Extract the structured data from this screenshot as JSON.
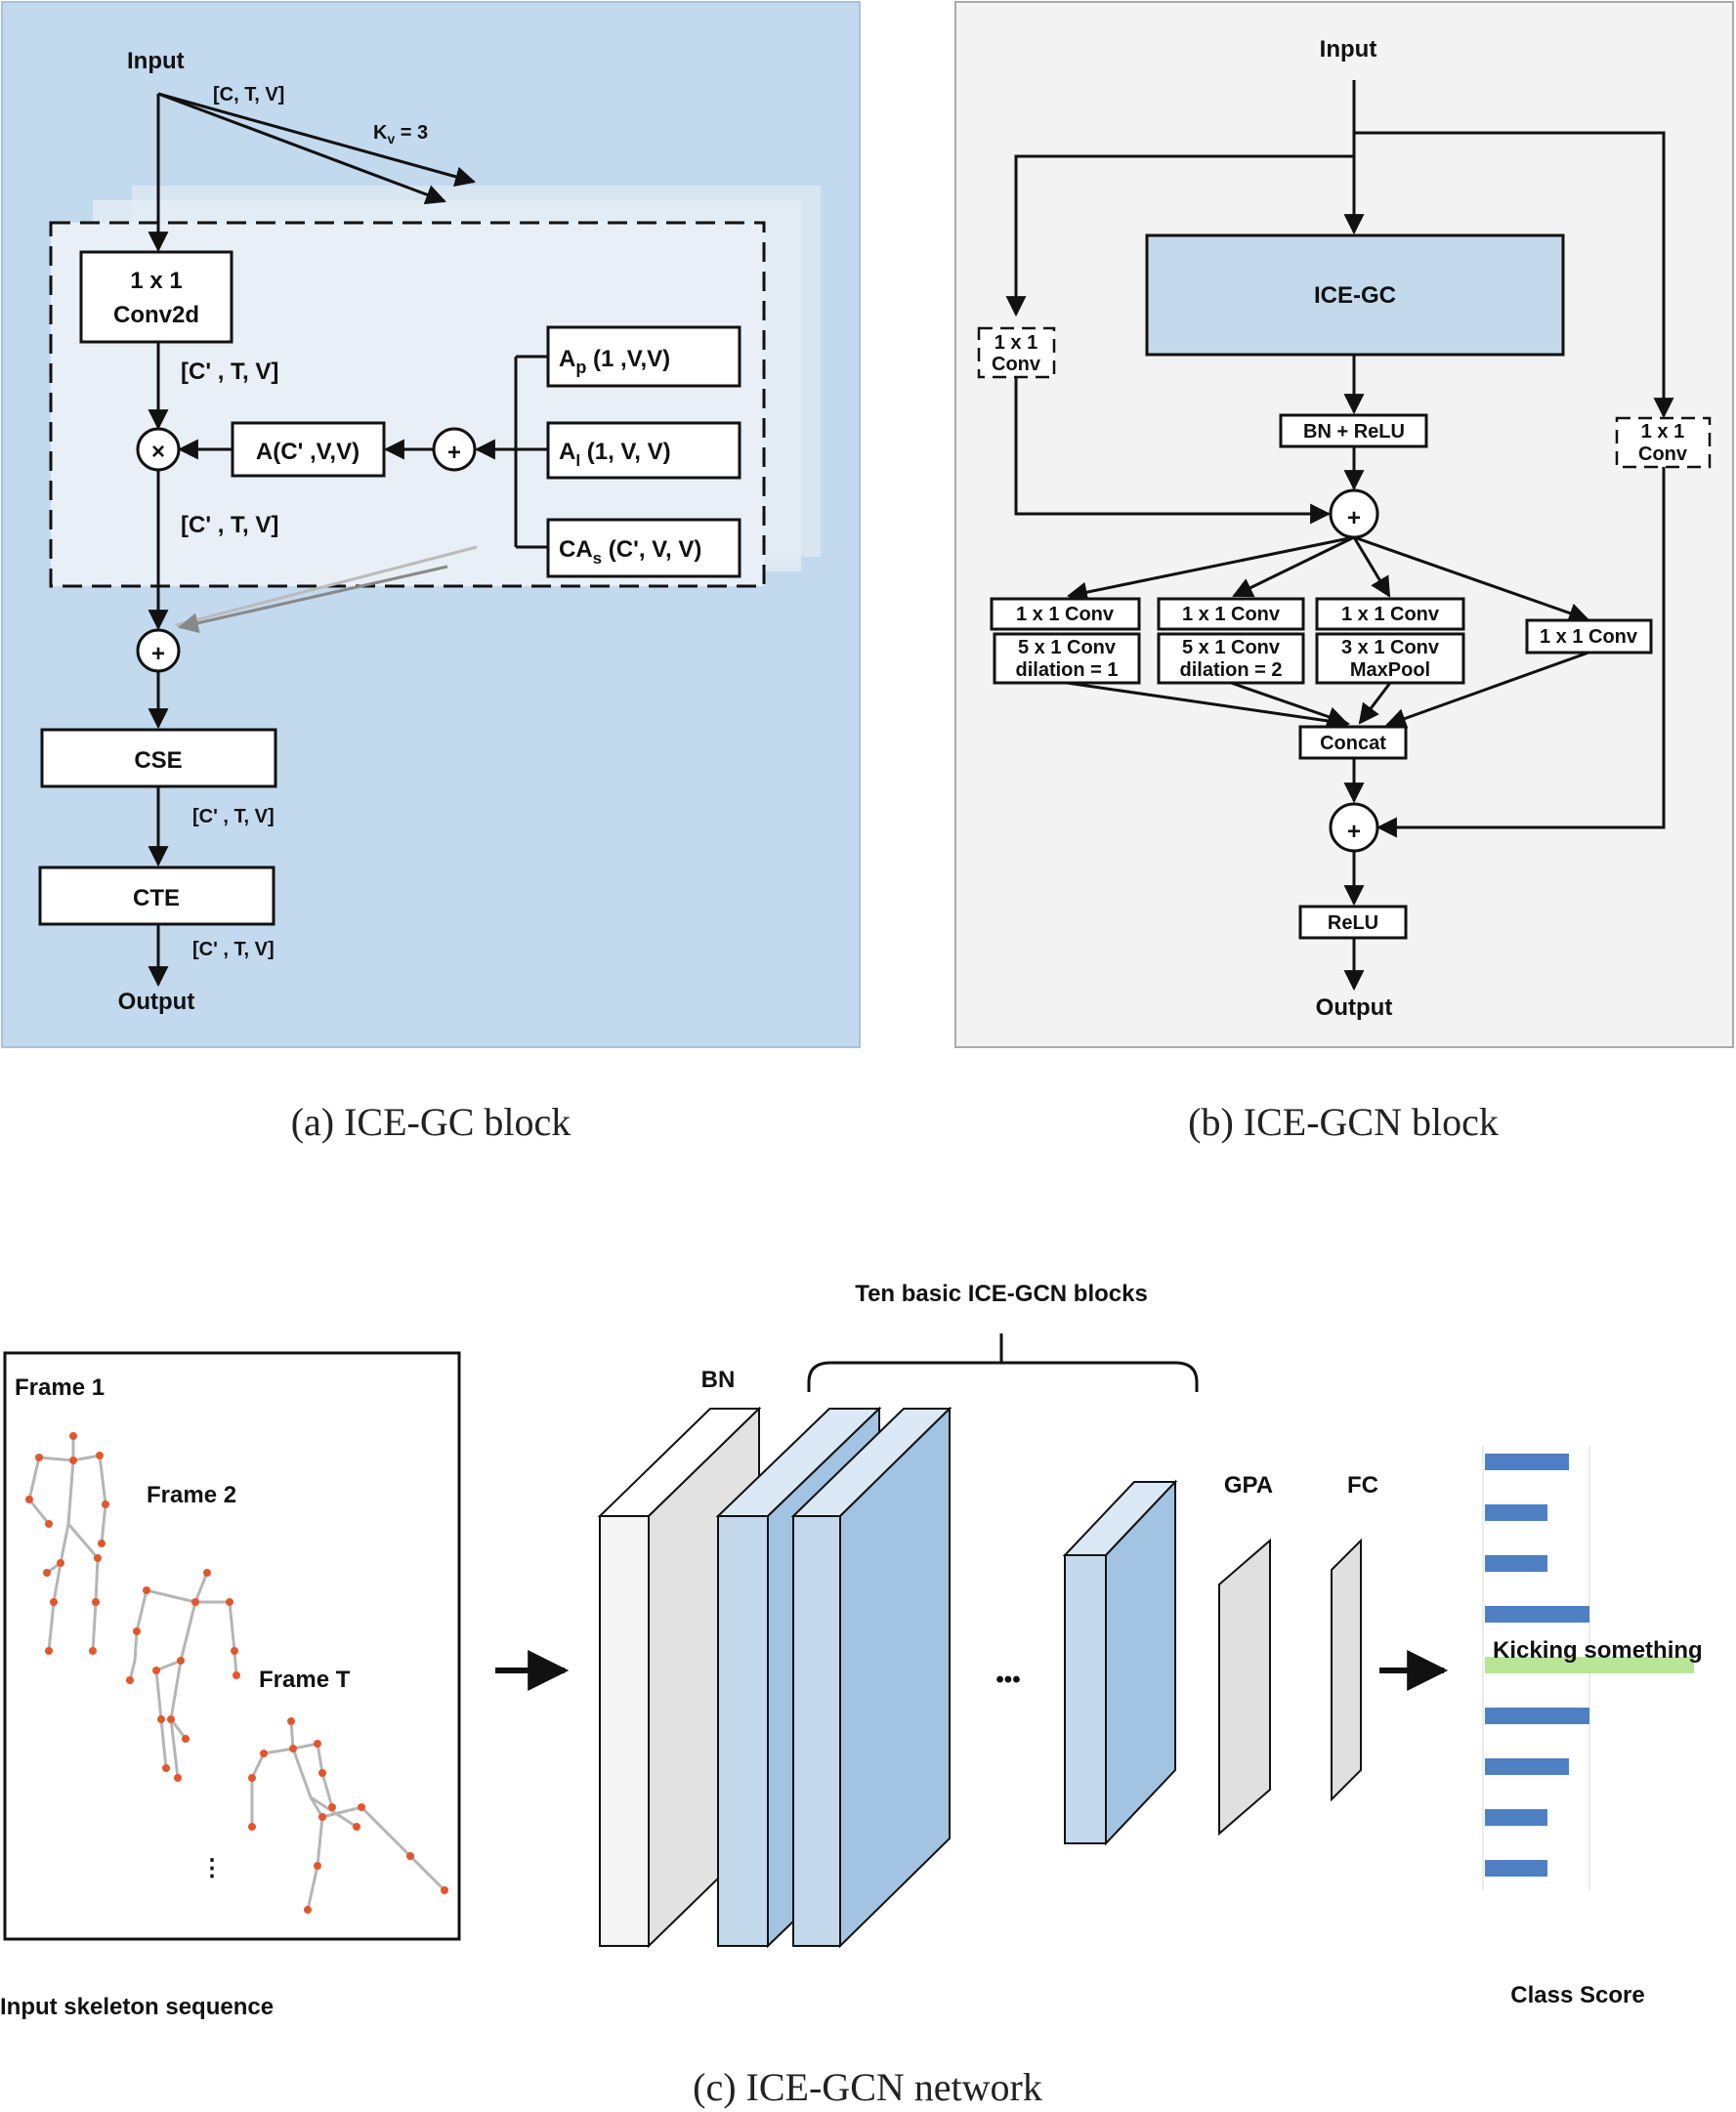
{
  "panel_a": {
    "caption": "(a)  ICE-GC block",
    "input_label": "Input",
    "input_shape": "[C, T, V]",
    "kv_label": "K",
    "kv_sub": "v",
    "kv_value": " = 3",
    "conv_line1": "1 x 1",
    "conv_line2": "Conv2d",
    "shape_after_conv": "[C' , T, V]",
    "shape_after_mul": "[C' , T, V]",
    "a_box": "A(C' ,V,V)",
    "ap_main": "A",
    "ap_sub": "p",
    "ap_rest": " (1 ,V,V)",
    "al_main": "A",
    "al_sub": "l",
    "al_rest": " (1, V, V)",
    "cas_main": "CA",
    "cas_sub": "s",
    "cas_rest": " (C', V, V)",
    "cse": "CSE",
    "shape_after_cse": "[C' , T, V]",
    "cte": "CTE",
    "shape_after_cte": "[C' , T, V]",
    "output_label": "Output",
    "plus_symbol": "+",
    "times_symbol": "×"
  },
  "panel_b": {
    "caption": "(b)  ICE-GCN block",
    "input_label": "Input",
    "ice_gc": "ICE-GC",
    "side_conv_line1": "1 x 1",
    "side_conv_line2": "Conv",
    "bn_relu": "BN + ReLU",
    "branches": [
      {
        "top": "1 x 1 Conv",
        "bottom1": "5 x 1 Conv",
        "bottom2": "dilation = 1"
      },
      {
        "top": "1 x 1 Conv",
        "bottom1": "5 x 1 Conv",
        "bottom2": "dilation = 2"
      },
      {
        "top": "1 x 1 Conv",
        "bottom1": "3 x 1 Conv",
        "bottom2": "MaxPool"
      },
      {
        "top": "1 x 1 Conv"
      }
    ],
    "concat": "Concat",
    "relu": "ReLU",
    "output_label": "Output",
    "plus_symbol": "+"
  },
  "panel_c": {
    "caption": "(c)  ICE-GCN network",
    "frame1": "Frame 1",
    "frame2": "Frame 2",
    "frameT": "Frame T",
    "vdots": "⋮",
    "input_caption": "Input skeleton sequence",
    "blocks_title": "Ten basic ICE-GCN blocks",
    "bn": "BN",
    "ellipsis": "•••",
    "gpa": "GPA",
    "fc": "FC",
    "highlight_class": "Kicking something",
    "class_score": "Class Score"
  },
  "colors": {
    "panel_a_bg": "#c3d9ee",
    "panel_b_bg": "#f3f3f3",
    "block_fill": "#c5d9ec",
    "block_dark": "#a3c3e3",
    "bar_blue": "#4f7fc3",
    "bar_green": "#b9e596",
    "joint_red": "#e2562c",
    "bone_gray": "#b5b5b5"
  }
}
